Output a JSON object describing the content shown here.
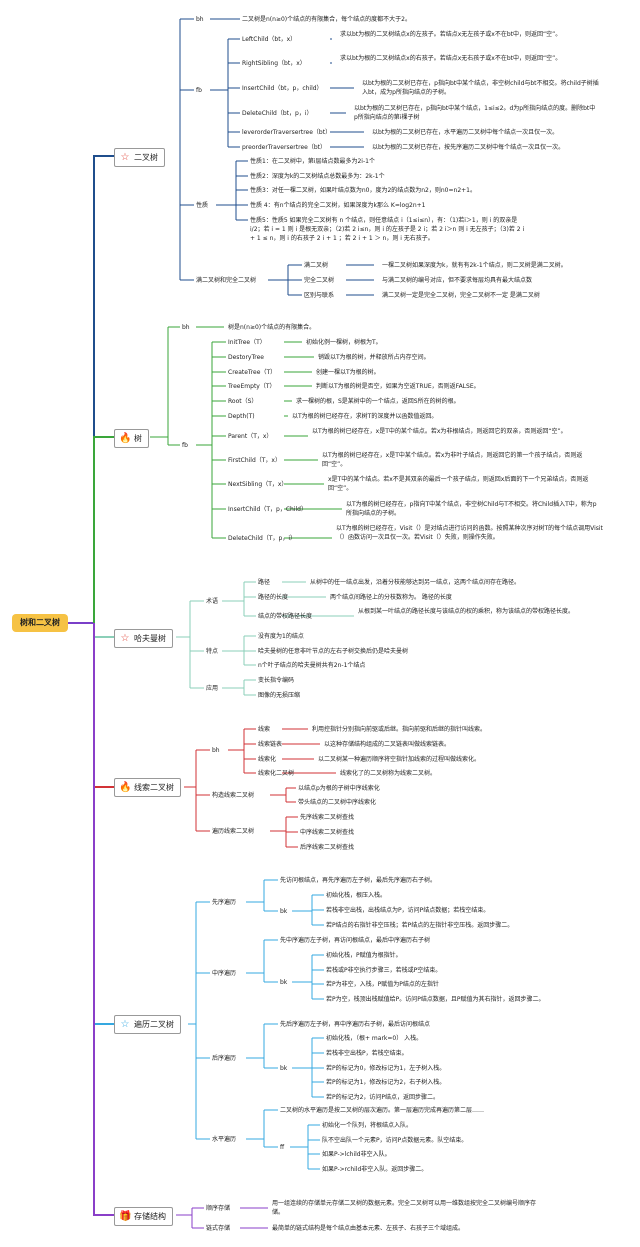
{
  "root": "树和二叉树",
  "branches": {
    "binary_tree": {
      "label": "二叉树",
      "icon": "star-outline-icon",
      "bh": {
        "label": "bh",
        "text": "二叉树是n(n≥0)个结点的有限集合，每个结点的度都不大于2。"
      },
      "fb": {
        "label": "fb",
        "items": [
          {
            "name": "LeftChild（bt，x）",
            "text": "求以bt为根的二叉树结点x的左孩子。若结点x无左孩子或x不在bt中，则返回“空”。"
          },
          {
            "name": "RightSibling（bt，x）",
            "text": "求以bt为根的二叉树结点x的右孩子。若结点x无右孩子或x不在bt中，则返回“空”。"
          },
          {
            "name": "InsertChild（bt，p，child）",
            "text": "以bt为根的二叉树已存在，p指向bt中某个结点，非空树child与bt不相交。将child子树插入bt，成为p所指向结点的子树。"
          },
          {
            "name": "DeleteChild（bt，p，i）",
            "text": "以bt为根的二叉树已存在，p指向bt中某个结点，1≤i≤2。d为p所指向结点的度。删除bt中p所指向结点的第i棵子树"
          },
          {
            "name": "leverorderTraversertree（bt）",
            "text": "以bt为根的二叉树已存在，水平遍历二叉树中每个结点一次且仅一次。"
          },
          {
            "name": "preorderTraversertree（bt）",
            "text": "以bt为根的二叉树已存在，按先序遍历二叉树中每个结点一次且仅一次。"
          }
        ]
      },
      "props": {
        "label": "性质",
        "items": [
          "性质1：在二叉树中，第i层结点数最多为2i-1个",
          "性质2：深度为k的二叉树结点总数最多为：2k-1个",
          "性质3：对任一棵二叉树，如果叶结点数为n0，度为2的结点数为n2，则n0=n2+1。",
          "性质 4：有n个结点的完全二叉树，如果深度为k那么 K=log2n+1",
          "性质5：性质5 如果完全二叉树有 n 个结点，则任意结点 i（1≤i≤n），有：（1)若i＞1，则 i 的双亲是i/2；若 i = 1 则 i 是根无双亲；（2)若 2 i≤n，则 i 的左孩子是 2 i；若 2 i＞n 则 i 无左孩子；（3)若 2 i + 1 ≤ n，则 i 的右孩子 2 i + 1 ；若 2 i + 1 ＞ n，则 i 无右孩子。"
        ]
      },
      "full": {
        "label": "满二叉树和完全二叉树",
        "items": [
          {
            "name": "满二叉树",
            "text": "一棵二叉树如果深度为k，就有有2k-1个结点，则二叉树是满二叉树。"
          },
          {
            "name": "完全二叉树",
            "text": "与满二叉树的编号对应，但不要求每层均具有最大结点数"
          },
          {
            "name": "区别与联系",
            "text": "满二叉树一定是完全二叉树，完全二叉树不一定 是满二叉树"
          }
        ]
      }
    },
    "tree": {
      "label": "树",
      "icon": "fire-icon",
      "bh": {
        "label": "bh",
        "text": "树是n(n≥0)个结点的有限集合。"
      },
      "fb": {
        "label": "fb",
        "items": [
          {
            "name": "InitTree（T）",
            "text": "初始化例一棵树，树根为T。"
          },
          {
            "name": "DestoryTree",
            "text": "销毁以T为根的树，并释放所占内存空间。"
          },
          {
            "name": "CreateTree（T）",
            "text": "创建一棵以T为根的树。"
          },
          {
            "name": "TreeEmpty（T）",
            "text": "判断以T为根的树是否空，如果为空返TRUE，否则返FALSE。"
          },
          {
            "name": "Root（S）",
            "text": "求一棵树的根，S是某树中的一个结点，返回S所在的树的根。"
          },
          {
            "name": "Depth(T)",
            "text": "以T为根的树已经存在，求树T的深度并以函数值返回。"
          },
          {
            "name": "Parent（T，x）",
            "text": "以T为根的树已经存在，x是T中的某个结点。若x为非根结点，则返回它的双亲，否则返回“空”。"
          },
          {
            "name": "FirstChild（T，x）",
            "text": "以T为根的树已经存在，x是T中某个结点。若x为非叶子结点，则返回它的第一个孩子结点，否则返回“空”。"
          },
          {
            "name": "NextSibling（T，x）",
            "text": "x是T中的某个结点。若x不是其双亲的最后一个孩子结点，则返回x后面的下一个兄弟结点，否则返回“空”。"
          },
          {
            "name": "InsertChild（T，p，Child）",
            "text": "以T为根的树已经存在，p指向T中某个结点，非空树Child与T不相交。将Child插入T中，称为p所指向结点的子树。"
          },
          {
            "name": "DeleteChild（T，p，i）",
            "text": "以T为根的树已经存在，Visit（）是对结点进行访问的函数。按照某种次序对树T的每个结点调用Visit（）函数访问一次且仅一次。若Visit（）失败，则操作失败。"
          }
        ]
      }
    },
    "huffman": {
      "label": "哈夫曼树",
      "icon": "star-outline-icon",
      "terms": {
        "label": "术语",
        "items": [
          {
            "name": "路径",
            "text": "从树中的任一结点出发，沿着分枝能够达到另一结点，这两个结点间存在路径。"
          },
          {
            "name": "路径的长度",
            "text": "两个结点间路径上的分枝数称为。 路径的长度"
          },
          {
            "name": "结点的带权路径长度",
            "text": "从根到某一叶结点的路径长度与该结点的权的乘积，称为该结点的带权路径长度。"
          }
        ]
      },
      "features": {
        "label": "特点",
        "items": [
          "没有度为1的结点",
          "哈夫曼树的任意非叶节点的左右子树交换后仍是哈夫曼树",
          "n个叶子结点的哈夫曼树共有2n-1个结点"
        ]
      },
      "apps": {
        "label": "应用",
        "items": [
          "变长指令编码",
          "图像的无损压缩"
        ]
      }
    },
    "threaded": {
      "label": "线索二叉树",
      "icon": "fire-icon",
      "bh": {
        "label": "bh",
        "items": [
          {
            "name": "线索",
            "text": "利用控指针分别指向前驱或后继。指向前驱和后继的指针叫线索。"
          },
          {
            "name": "线索链表",
            "text": "以这种存储结构组成的二叉链表叫做线索链表。"
          },
          {
            "name": "线索化",
            "text": "以二叉树某一种遍历顺序将空指针加线索的过程叫做线索化。"
          },
          {
            "name": "线索化二叉树",
            "text": "线索化了的二叉树称为线索二叉树。"
          }
        ]
      },
      "build": {
        "label": "构造线索二叉树",
        "items": [
          "以结点p为根的子树中序线索化",
          "带头结点的二叉树中序线索化"
        ]
      },
      "traverse": {
        "label": "遍历线索二叉树",
        "items": [
          "先序线索二叉树查找",
          "中序线索二叉树查找",
          "后序线索二叉树查找"
        ]
      }
    },
    "traversal": {
      "label": "遍历二叉树",
      "icon": "star-outline-icon",
      "pre": {
        "label": "先序遍历",
        "desc": "先访问根结点，再先序遍历左子树，最后先序遍历右子树。",
        "bk": "bk",
        "steps": [
          "初始化栈，根压入栈。",
          "若栈非空出栈，出栈结点为P，访问P结点数据；若栈空结束。",
          "若P结点的右指针非空压栈；若P结点的左指针非空压栈。返回步骤二。"
        ]
      },
      "in": {
        "label": "中序遍历",
        "desc": "先中序遍历左子树，再访问根结点，最后中序遍历右子树",
        "bk": "bk",
        "steps": [
          "初始化栈，P赋值为根指针。",
          "若栈或P非空执行步骤三，若栈或P空结束。",
          "若P为非空，入栈，P赋值为P结点的左指针",
          "若P为空，栈顶出栈赋值给P。访问P结点数据，且P赋值为其右指针，返回步骤二。"
        ]
      },
      "post": {
        "label": "后序遍历",
        "desc": "先后序遍历左子树，再中序遍历右子树，最后访问根结点",
        "bk": "bk",
        "steps": [
          "初始化栈，（根+ mark=0） 入栈。",
          "若栈非空出栈P，若栈空结束。",
          "若P的标记为0，修改标记为1，左子树入栈。",
          "若P的标记为1，修改标记为2，右子树入栈。",
          "若P的标记为2，访问P结点，返回步骤二。"
        ]
      },
      "level": {
        "label": "水平遍历",
        "desc": "二叉树的水平遍历是按二叉树的层次遍历。第一层遍历完成再遍历第二层……",
        "ff": "ff",
        "steps": [
          "初始化一个队列，将根结点入队。",
          "队不空出队一个元素P，访问P点数据元素。队空结束。",
          "如果P->lchild非空入队。",
          "如果P->rchild非空入队。返回步骤二。"
        ]
      }
    },
    "storage": {
      "label": "存储结构",
      "icon": "gift-icon",
      "items": [
        {
          "name": "顺序存储",
          "text": "用一组连续的存储单元存储二叉树的数据元素。完全二叉树可以用一维数组按完全二叉树编号顺序存储。"
        },
        {
          "name": "链式存储",
          "text": "最简单的链式结构是每个结点由基本元素、左孩子、右孩子三个域组成。"
        }
      ]
    }
  },
  "colors": {
    "root": "#f6c244",
    "binary_tree": "#1f4e8c",
    "tree": "#3aa63a",
    "huffman": "#8bcfb8",
    "threaded": "#d23236",
    "traversal": "#35a8e0",
    "storage": "#8a3fc8",
    "icon_red": "#e0463a"
  }
}
